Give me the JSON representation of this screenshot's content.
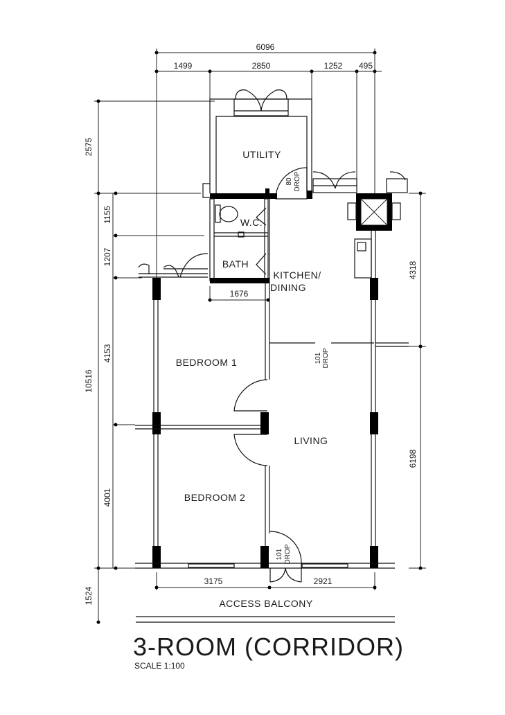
{
  "plan": {
    "title": "3-ROOM (CORRIDOR)",
    "scale": "SCALE 1:100"
  },
  "rooms": {
    "utility": "UTILITY",
    "wc": "W.C.",
    "bath": "BATH",
    "kitchen_line1": "KITCHEN/",
    "kitchen_line2": "DINING",
    "bedroom1": "BEDROOM 1",
    "bedroom2": "BEDROOM 2",
    "living": "LIVING",
    "access_balcony": "ACCESS BALCONY"
  },
  "door_drops": {
    "utility": {
      "size": "80",
      "label": "DROP"
    },
    "kitchen_living": {
      "size": "101",
      "label": "DROP"
    },
    "entrance": {
      "size": "101",
      "label": "DROP"
    }
  },
  "dimensions": {
    "top_total": "6096",
    "top_segments": [
      "1499",
      "2850",
      "1252",
      "495"
    ],
    "left_outer": [
      "2575",
      "10516",
      "1524"
    ],
    "left_inner": [
      "1155",
      "1207",
      "4153",
      "4001"
    ],
    "right": [
      "4318",
      "6198"
    ],
    "bath_width": "1676",
    "bottom": [
      "3175",
      "2921"
    ]
  }
}
